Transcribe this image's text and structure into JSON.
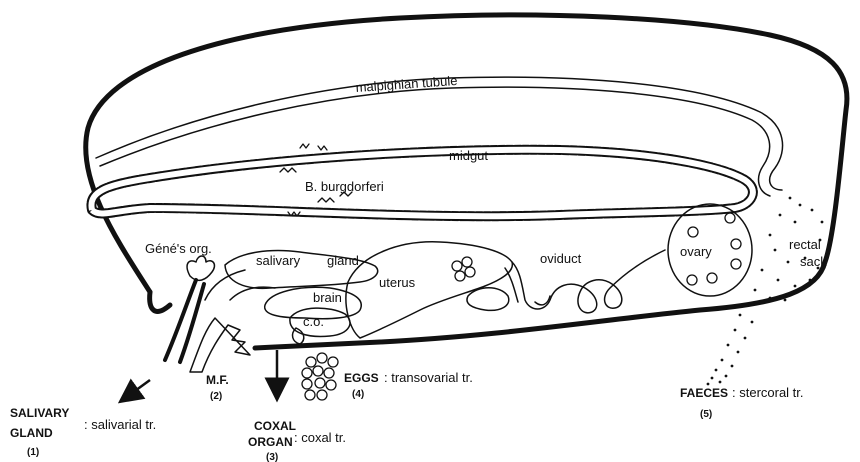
{
  "organs": {
    "malpighian": "malpighian tubule",
    "midgut": "midgut",
    "bacteria": "B. burgdorferi",
    "genes_org": "Géné's org.",
    "salivary": "salivary",
    "gland": "gland",
    "brain": "brain",
    "co": "c.o.",
    "uterus": "uterus",
    "oviduct": "oviduct",
    "ovary": "ovary",
    "rectal": "rectal",
    "sack": "sack"
  },
  "routes": {
    "salivary": {
      "title_1": "SALIVARY",
      "title_2": "GLAND",
      "desc": ": salivarial tr.",
      "num": "(1)"
    },
    "mf": {
      "title": "M.F.",
      "num": "(2)"
    },
    "coxal": {
      "title_1": "COXAL",
      "title_2": "ORGAN",
      "desc": ": coxal tr.",
      "num": "(3)"
    },
    "eggs": {
      "title": "EGGS",
      "desc": ": transovarial tr.",
      "num": "(4)"
    },
    "faeces": {
      "title": "FAECES",
      "desc": ": stercoral tr.",
      "num": "(5)"
    }
  }
}
